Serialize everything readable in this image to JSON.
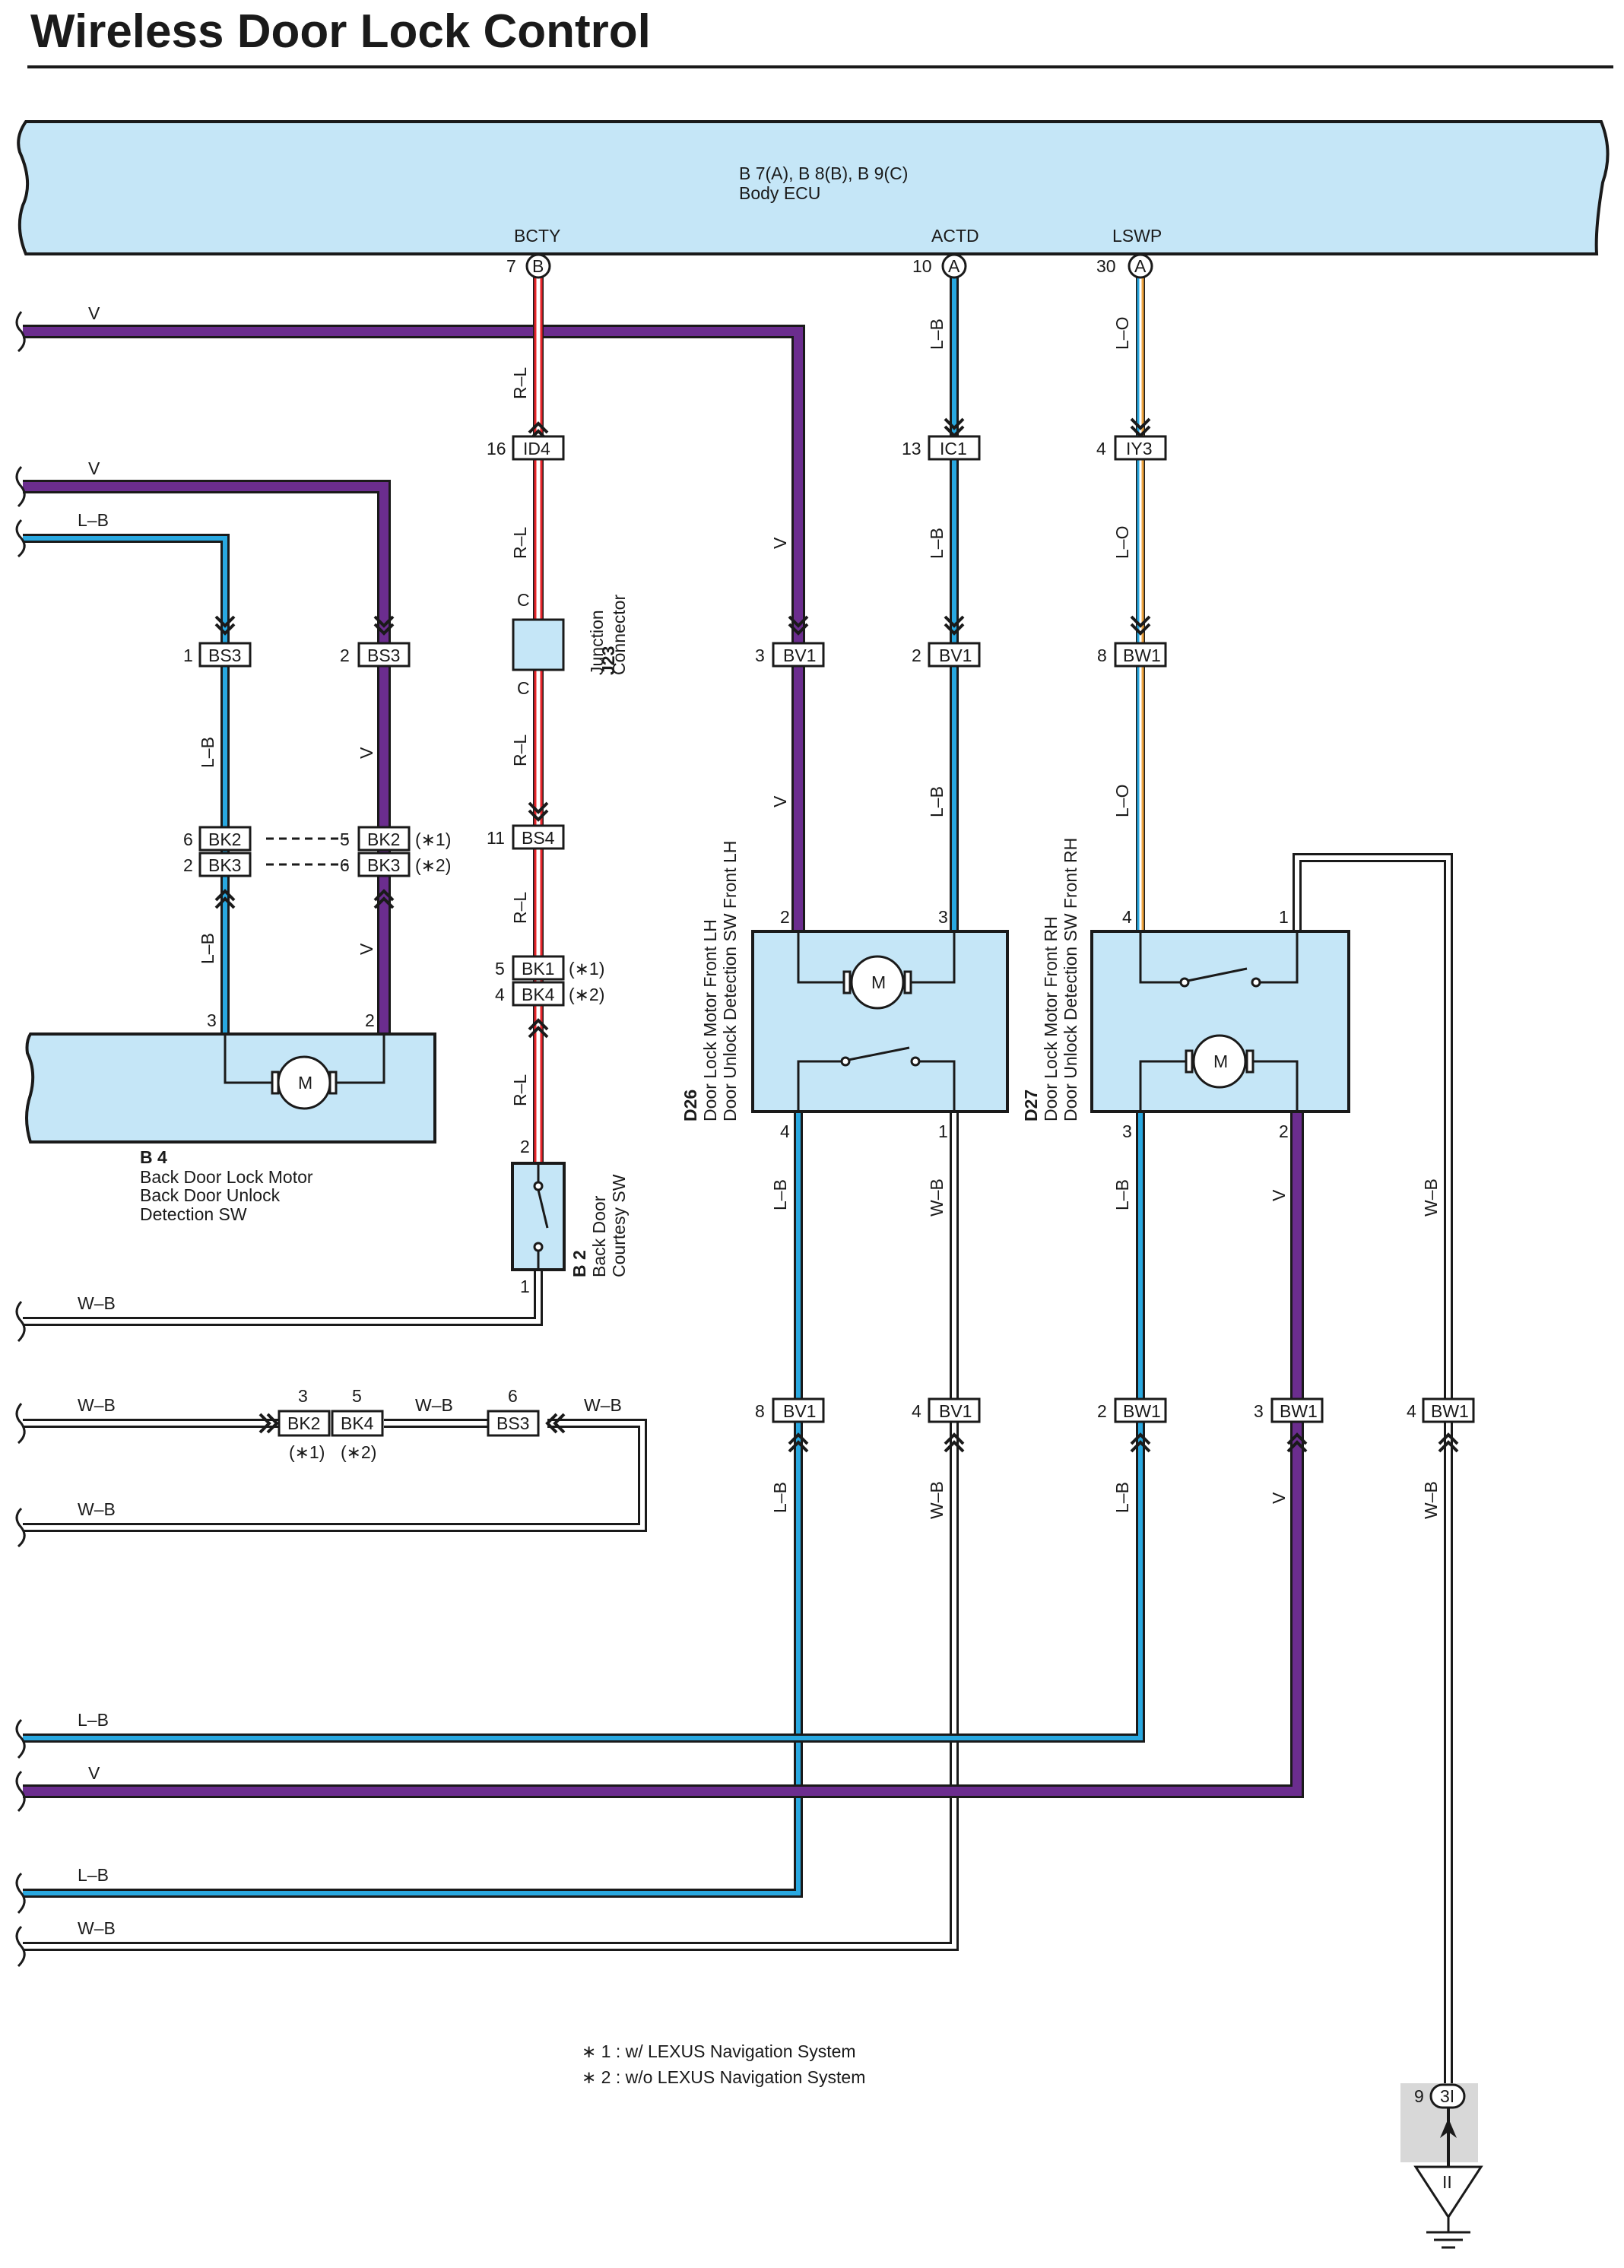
{
  "title": "Wireless Door Lock Control",
  "colors": {
    "ecu_fill": "#c5e6f7",
    "violet": "#6b2d8e",
    "light_blue": "#29a8e0",
    "red": "#e8242a",
    "orange": "#f0a640",
    "white_wire": "#ffffff",
    "outline": "#1a1a1a"
  },
  "ecu": {
    "ref": "B 7(A), B 8(B), B 9(C)",
    "name": "Body ECU",
    "terminals": [
      {
        "name": "BCTY",
        "pin": "7",
        "conn": "B"
      },
      {
        "name": "ACTD",
        "pin": "10",
        "conn": "A"
      },
      {
        "name": "LSWP",
        "pin": "30",
        "conn": "A"
      }
    ]
  },
  "wires": {
    "v": "V",
    "lb": "L–B",
    "wb": "W–B",
    "rl": "R–L",
    "lo": "L–O"
  },
  "connectors": {
    "id4": {
      "pin": "16",
      "name": "ID4"
    },
    "ic1": {
      "pin": "13",
      "name": "IC1"
    },
    "iy3": {
      "pin": "4",
      "name": "IY3"
    },
    "bs3_1": {
      "pin": "1",
      "name": "BS3"
    },
    "bs3_2": {
      "pin": "2",
      "name": "BS3"
    },
    "bv1_3": {
      "pin": "3",
      "name": "BV1"
    },
    "bv1_2": {
      "pin": "2",
      "name": "BV1"
    },
    "bw1_8": {
      "pin": "8",
      "name": "BW1"
    },
    "bk2_6": {
      "pin": "6",
      "name": "BK2"
    },
    "bk3_2": {
      "pin": "2",
      "name": "BK3"
    },
    "bk2_5": {
      "pin": "5",
      "name": "BK2",
      "note": "(∗1)"
    },
    "bk3_6": {
      "pin": "6",
      "name": "BK3",
      "note": "(∗2)"
    },
    "bs4": {
      "pin": "11",
      "name": "BS4"
    },
    "bk1": {
      "pin": "5",
      "name": "BK1",
      "note": "(∗1)"
    },
    "bk4": {
      "pin": "4",
      "name": "BK4",
      "note": "(∗2)"
    },
    "bk2_3": {
      "pin": "3",
      "name": "BK2",
      "note": "(∗1)"
    },
    "bk4_5": {
      "pin": "5",
      "name": "BK4",
      "note": "(∗2)"
    },
    "bs3_6": {
      "pin": "6",
      "name": "BS3"
    },
    "bv1_8": {
      "pin": "8",
      "name": "BV1"
    },
    "bv1_4": {
      "pin": "4",
      "name": "BV1"
    },
    "bw1_2": {
      "pin": "2",
      "name": "BW1"
    },
    "bw1_3": {
      "pin": "3",
      "name": "BW1"
    },
    "bw1_4": {
      "pin": "4",
      "name": "BW1"
    },
    "ground": {
      "pin": "9",
      "name": "3I"
    }
  },
  "junction": {
    "ref": "J23",
    "name": "Junction\nConnector",
    "line1": "Junction",
    "line2": "Connector",
    "c": "C"
  },
  "components": {
    "b4": {
      "ref": "B 4",
      "line1": "Back Door Lock Motor",
      "line2": "Back Door Unlock",
      "line3": "Detection SW",
      "pin3": "3",
      "pin2": "2"
    },
    "b2": {
      "ref": "B 2",
      "line1": "Back Door",
      "line2": "Courtesy SW",
      "pin2": "2",
      "pin1": "1"
    },
    "d26": {
      "ref": "D26",
      "line1": "Door Lock Motor Front LH",
      "line2": "Door Unlock Detection SW Front LH",
      "pin2": "2",
      "pin3": "3",
      "pin4": "4",
      "pin1": "1"
    },
    "d27": {
      "ref": "D27",
      "line1": "Door Lock Motor Front RH",
      "line2": "Door Unlock Detection SW Front RH",
      "pin4": "4",
      "pin1": "1",
      "pin3": "3",
      "pin2": "2"
    },
    "motor_label": "M",
    "ground_label": "II"
  },
  "notes": [
    "∗ 1 : w/ LEXUS Navigation System",
    "∗ 2 : w/o LEXUS Navigation System"
  ]
}
